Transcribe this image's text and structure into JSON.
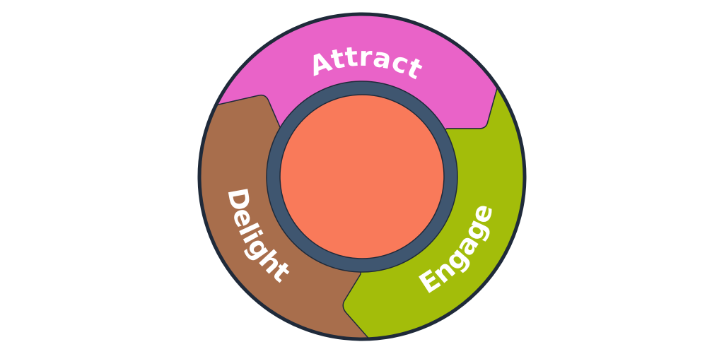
{
  "diagram": {
    "title": "Flywheel",
    "segments": [
      {
        "label": "Attract",
        "color": "#e963c8"
      },
      {
        "label": "Engage",
        "color": "#a3bd0a"
      },
      {
        "label": "Delight",
        "color": "#a86e4c"
      }
    ],
    "hub_color": "#f97a5a",
    "ring_color": "#3f5670",
    "outline_color": "#1f2a3a"
  }
}
